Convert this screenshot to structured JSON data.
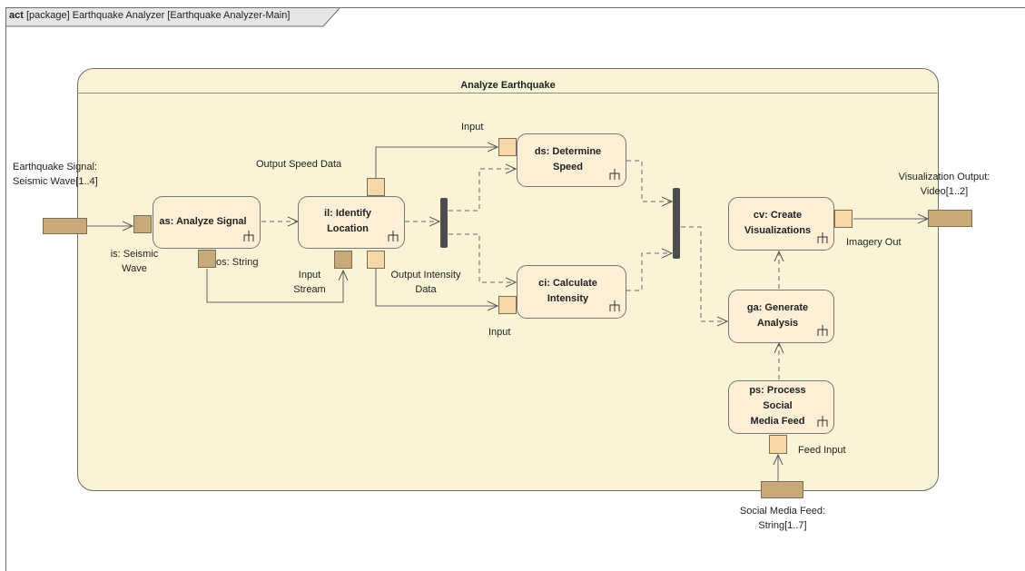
{
  "frame": {
    "kind": "act",
    "title": "[package] Earthquake Analyzer [Earthquake Analyzer-Main]"
  },
  "container": {
    "title": "Analyze Earthquake"
  },
  "actions": {
    "as": "as: Analyze Signal",
    "il": "il: Identify\nLocation",
    "ds": "ds: Determine\nSpeed",
    "ci": "ci: Calculate\nIntensity",
    "cv": "cv: Create\nVisualizations",
    "ga": "ga: Generate\nAnalysis",
    "ps": "ps: Process Social\nMedia Feed"
  },
  "labels": {
    "earthquake_signal": "Earthquake Signal:\nSeismic Wave[1..4]",
    "is_seismic_wave": "is: Seismic\nWave",
    "os_string": "os: String",
    "output_speed_data": "Output Speed Data",
    "input_stream": "Input\nStream",
    "output_intensity_data": "Output Intensity\nData",
    "input_top": "Input",
    "input_bottom": "Input",
    "visualization_output": "Visualization Output:\nVideo[1..2]",
    "imagery_out": "Imagery Out",
    "feed_input": "Feed Input",
    "social_media_feed": "Social Media Feed:\nString[1..7]"
  }
}
